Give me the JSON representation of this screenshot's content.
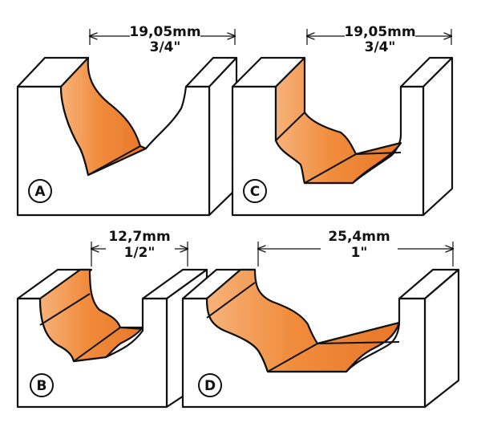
{
  "colors": {
    "profile": "#f08c3c",
    "profile_light": "#f7b27a",
    "outline": "#111111",
    "block": "#ffffff"
  },
  "profiles": {
    "a": {
      "label": "A",
      "metric": "19,05mm",
      "imperial": "3/4\""
    },
    "b": {
      "label": "B",
      "metric": "12,7mm",
      "imperial": "1/2\""
    },
    "c": {
      "label": "C",
      "metric": "19,05mm",
      "imperial": "3/4\""
    },
    "d": {
      "label": "D",
      "metric": "25,4mm",
      "imperial": "1\""
    }
  }
}
